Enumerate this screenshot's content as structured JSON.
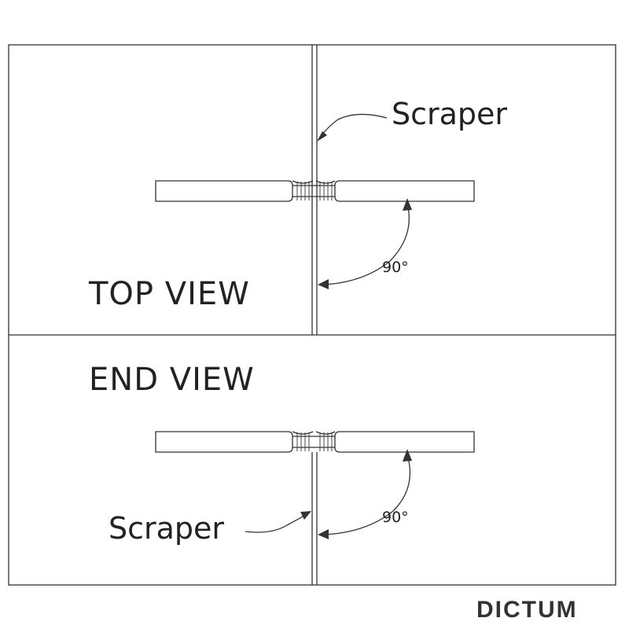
{
  "top_view": {
    "title": "TOP VIEW",
    "scraper_label": "Scraper",
    "angle_label": "90°"
  },
  "end_view": {
    "title": "END VIEW",
    "scraper_label": "Scraper",
    "angle_label": "90°"
  },
  "brand": {
    "logo_text": "DICTUM"
  },
  "colors": {
    "line": "#333333",
    "background": "#ffffff"
  }
}
